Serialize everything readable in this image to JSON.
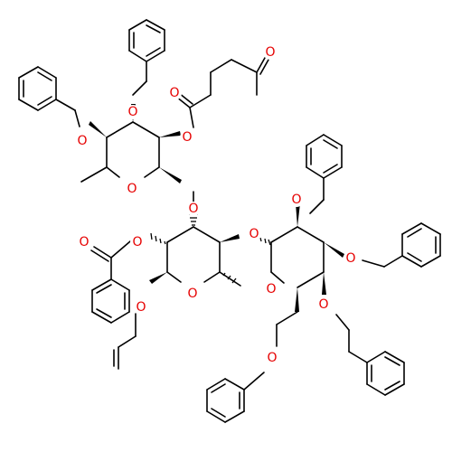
{
  "atom_symbol_oxygen": "O",
  "colors": {
    "bond": "#000000",
    "oxygen": "#e60000",
    "background": "#ffffff"
  },
  "ring_oxygen_labels": [
    "O",
    "O",
    "O"
  ],
  "ether_oxygen_labels": [
    "O",
    "O",
    "O",
    "O",
    "O",
    "O",
    "O",
    "O"
  ],
  "ester_oxygen_labels": [
    "O",
    "O",
    "O",
    "O"
  ],
  "ketone_oxygen_labels": [
    "O"
  ]
}
